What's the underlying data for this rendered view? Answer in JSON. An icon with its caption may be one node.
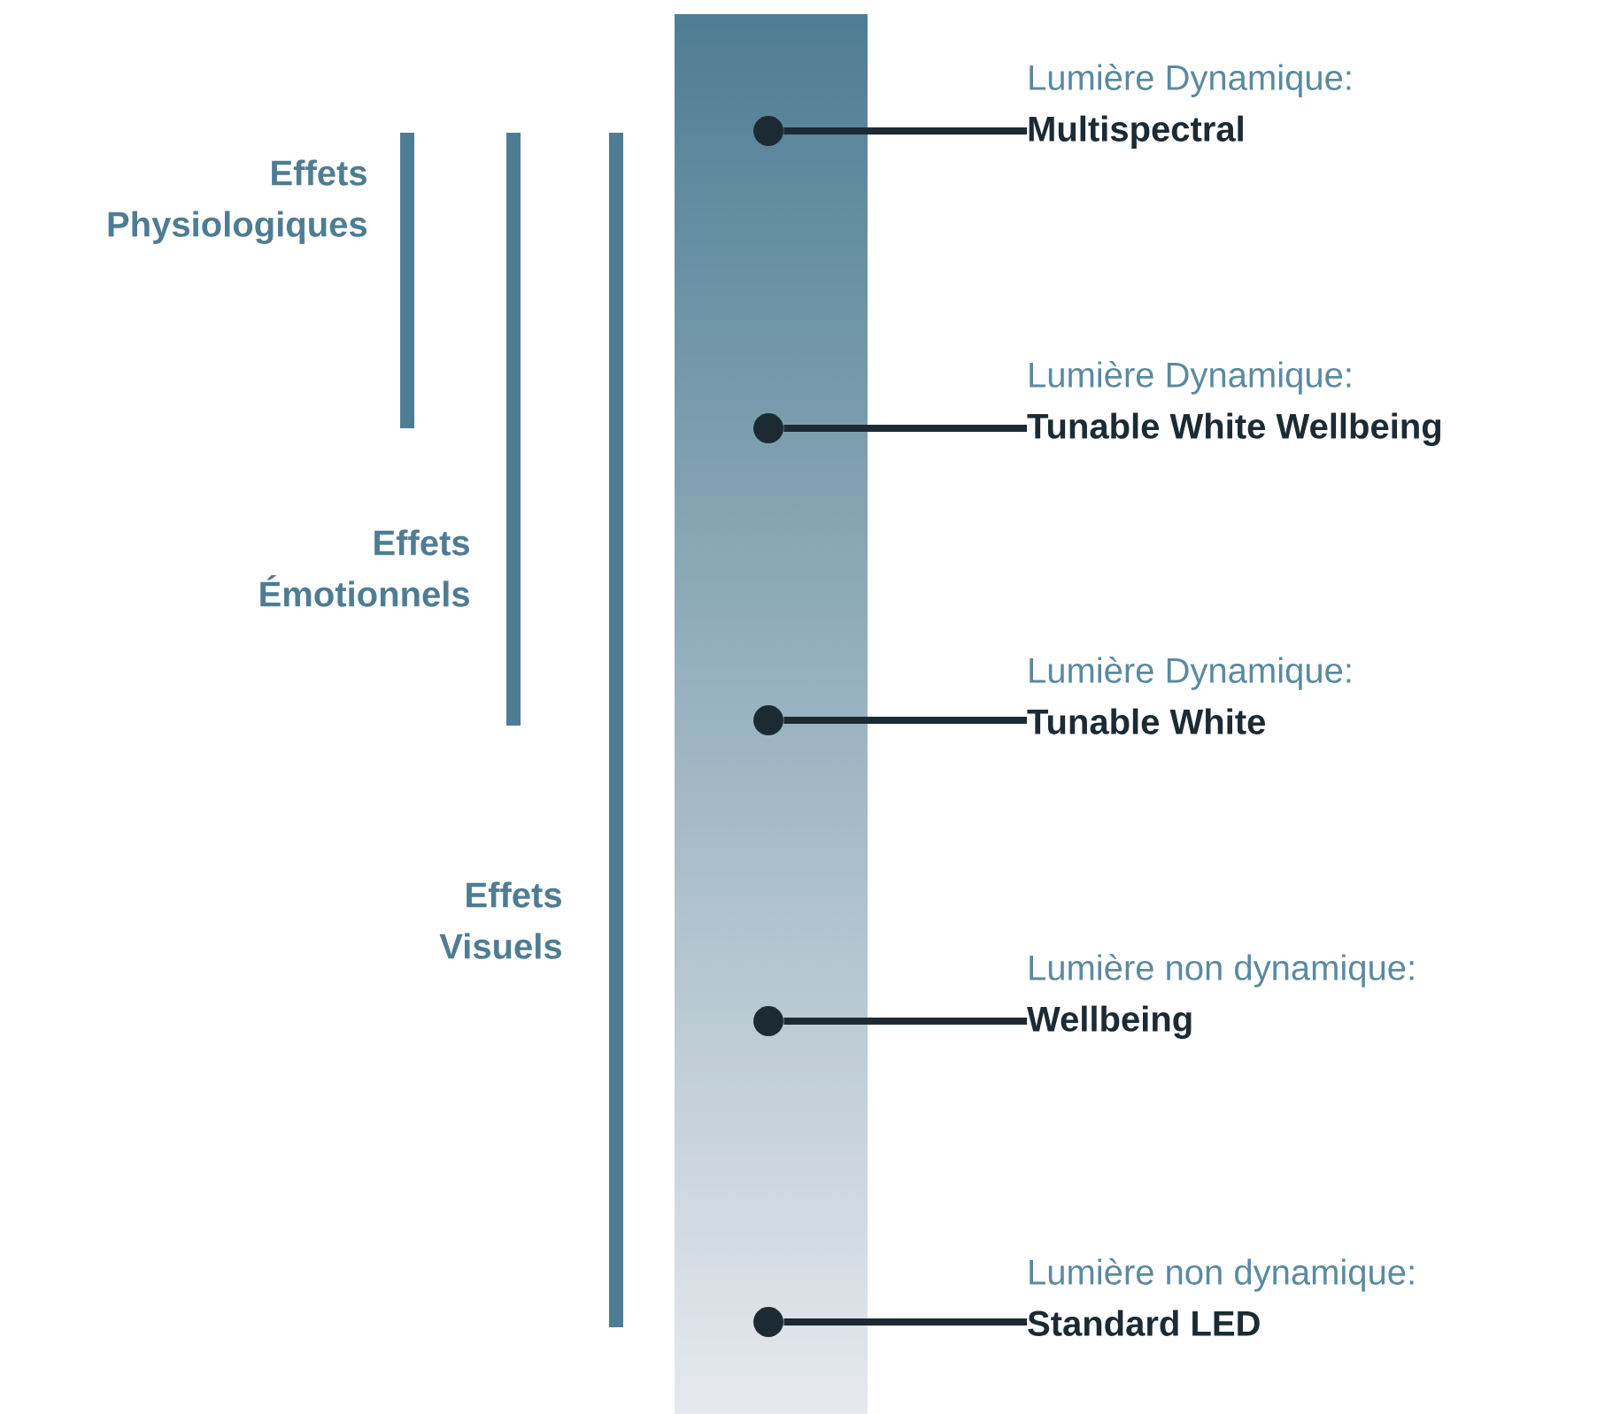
{
  "diagram": {
    "nodes": [
      {
        "text": [],
        "shape": "circle"
      },
      {
        "text": [
          "Lumière Dynamique:",
          "Multispectral"
        ]
      },
      {
        "text": [],
        "shape": "circle"
      },
      {
        "text": [
          "Lumière Dynamique:",
          "Tunable White Wellbeing"
        ]
      },
      {
        "text": [],
        "shape": "circle"
      },
      {
        "text": [
          "Lumière Dynamique:",
          "Tunable White"
        ]
      },
      {
        "text": [],
        "shape": "circle"
      },
      {
        "text": [
          "Lumière non dynamique:",
          "Wellbeing"
        ]
      },
      {
        "text": [],
        "shape": "circle"
      },
      {
        "text": [
          "Lumière non dynamique:",
          "Standard LED"
        ]
      }
    ],
    "edges": [
      {
        "from": 1,
        "to": 0,
        "arrow": "none"
      },
      {
        "from": 3,
        "to": 2,
        "arrow": "none"
      },
      {
        "from": 5,
        "to": 4,
        "arrow": "none"
      },
      {
        "from": 7,
        "to": 6,
        "arrow": "none"
      },
      {
        "from": 9,
        "to": 8,
        "arrow": "none"
      }
    ],
    "labels": [
      "Effets Physiologiques",
      "Effets Émotionnels",
      "Effets Visuels"
    ]
  }
}
